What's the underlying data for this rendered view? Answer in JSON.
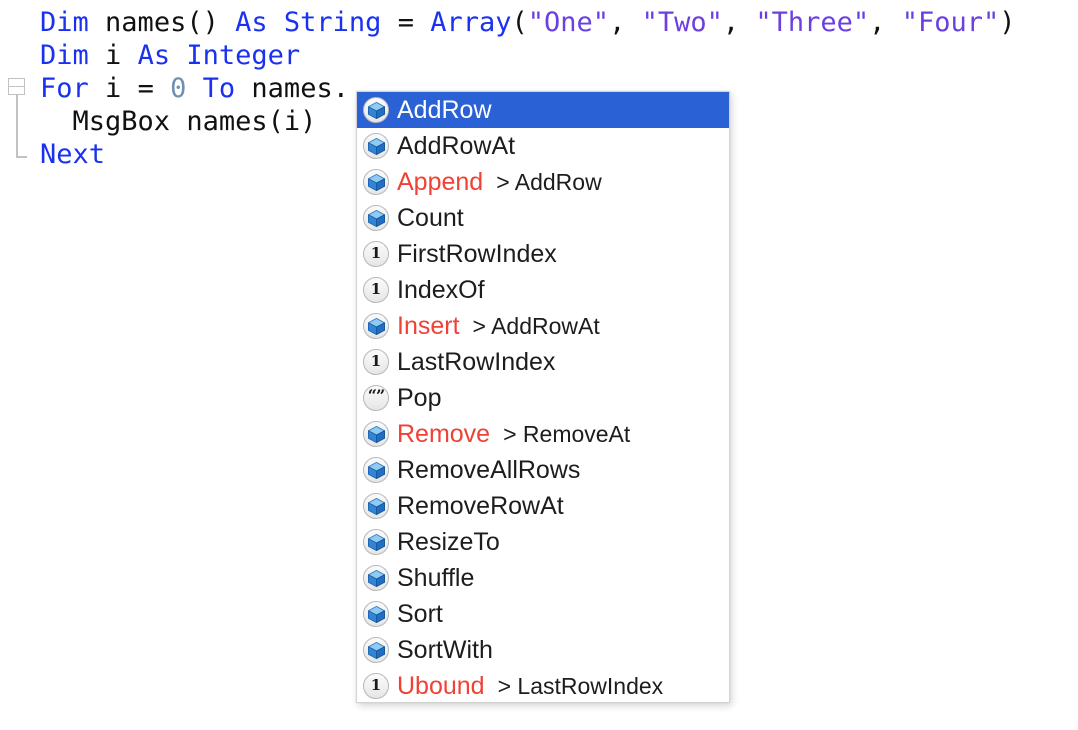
{
  "editor": {
    "language": "Xojo BASIC",
    "code_lines": [
      {
        "tokens": [
          {
            "t": "Dim",
            "c": "kw"
          },
          {
            "t": " ",
            "c": "pun"
          },
          {
            "t": "names()",
            "c": "id"
          },
          {
            "t": " ",
            "c": "pun"
          },
          {
            "t": "As",
            "c": "kw"
          },
          {
            "t": " ",
            "c": "pun"
          },
          {
            "t": "String",
            "c": "kw"
          },
          {
            "t": " ",
            "c": "pun"
          },
          {
            "t": "=",
            "c": "pun"
          },
          {
            "t": " ",
            "c": "pun"
          },
          {
            "t": "Array",
            "c": "kw"
          },
          {
            "t": "(",
            "c": "pun"
          },
          {
            "t": "\"One\"",
            "c": "str"
          },
          {
            "t": ", ",
            "c": "pun"
          },
          {
            "t": "\"Two\"",
            "c": "str"
          },
          {
            "t": ", ",
            "c": "pun"
          },
          {
            "t": "\"Three\"",
            "c": "str"
          },
          {
            "t": ", ",
            "c": "pun"
          },
          {
            "t": "\"Four\"",
            "c": "str"
          },
          {
            "t": ")",
            "c": "pun"
          }
        ]
      },
      {
        "tokens": [
          {
            "t": "Dim",
            "c": "kw"
          },
          {
            "t": " ",
            "c": "pun"
          },
          {
            "t": "i",
            "c": "id"
          },
          {
            "t": " ",
            "c": "pun"
          },
          {
            "t": "As",
            "c": "kw"
          },
          {
            "t": " ",
            "c": "pun"
          },
          {
            "t": "Integer",
            "c": "kw"
          }
        ]
      },
      {
        "tokens": [
          {
            "t": "For",
            "c": "kw"
          },
          {
            "t": " ",
            "c": "pun"
          },
          {
            "t": "i",
            "c": "id"
          },
          {
            "t": " ",
            "c": "pun"
          },
          {
            "t": "=",
            "c": "pun"
          },
          {
            "t": " ",
            "c": "pun"
          },
          {
            "t": "0",
            "c": "num"
          },
          {
            "t": " ",
            "c": "pun"
          },
          {
            "t": "To",
            "c": "kw"
          },
          {
            "t": " ",
            "c": "pun"
          },
          {
            "t": "names.",
            "c": "id"
          }
        ]
      },
      {
        "tokens": [
          {
            "t": "  ",
            "c": "pun"
          },
          {
            "t": "MsgBox",
            "c": "id"
          },
          {
            "t": " ",
            "c": "pun"
          },
          {
            "t": "names(i)",
            "c": "id"
          }
        ]
      },
      {
        "tokens": [
          {
            "t": "Next",
            "c": "kw"
          }
        ]
      }
    ]
  },
  "autocomplete": {
    "selected_index": 0,
    "highlight_color": "#2a62d6",
    "deprecated_color": "#ef4136",
    "items": [
      {
        "label": "AddRow",
        "icon": "cube-icon",
        "alias": "",
        "deprecated": false,
        "selected": true
      },
      {
        "label": "AddRowAt",
        "icon": "cube-icon",
        "alias": "",
        "deprecated": false,
        "selected": false
      },
      {
        "label": "Append",
        "icon": "cube-icon",
        "alias": "> AddRow",
        "deprecated": true,
        "selected": false
      },
      {
        "label": "Count",
        "icon": "cube-icon",
        "alias": "",
        "deprecated": false,
        "selected": false
      },
      {
        "label": "FirstRowIndex",
        "icon": "integer-icon",
        "alias": "",
        "deprecated": false,
        "selected": false
      },
      {
        "label": "IndexOf",
        "icon": "integer-icon",
        "alias": "",
        "deprecated": false,
        "selected": false
      },
      {
        "label": "Insert",
        "icon": "cube-icon",
        "alias": "> AddRowAt",
        "deprecated": true,
        "selected": false
      },
      {
        "label": "LastRowIndex",
        "icon": "integer-icon",
        "alias": "",
        "deprecated": false,
        "selected": false
      },
      {
        "label": "Pop",
        "icon": "string-icon",
        "alias": "",
        "deprecated": false,
        "selected": false
      },
      {
        "label": "Remove",
        "icon": "cube-icon",
        "alias": "> RemoveAt",
        "deprecated": true,
        "selected": false
      },
      {
        "label": "RemoveAllRows",
        "icon": "cube-icon",
        "alias": "",
        "deprecated": false,
        "selected": false
      },
      {
        "label": "RemoveRowAt",
        "icon": "cube-icon",
        "alias": "",
        "deprecated": false,
        "selected": false
      },
      {
        "label": "ResizeTo",
        "icon": "cube-icon",
        "alias": "",
        "deprecated": false,
        "selected": false
      },
      {
        "label": "Shuffle",
        "icon": "cube-icon",
        "alias": "",
        "deprecated": false,
        "selected": false
      },
      {
        "label": "Sort",
        "icon": "cube-icon",
        "alias": "",
        "deprecated": false,
        "selected": false
      },
      {
        "label": "SortWith",
        "icon": "cube-icon",
        "alias": "",
        "deprecated": false,
        "selected": false
      },
      {
        "label": "Ubound",
        "icon": "integer-icon",
        "alias": "> LastRowIndex",
        "deprecated": true,
        "selected": false
      }
    ]
  }
}
